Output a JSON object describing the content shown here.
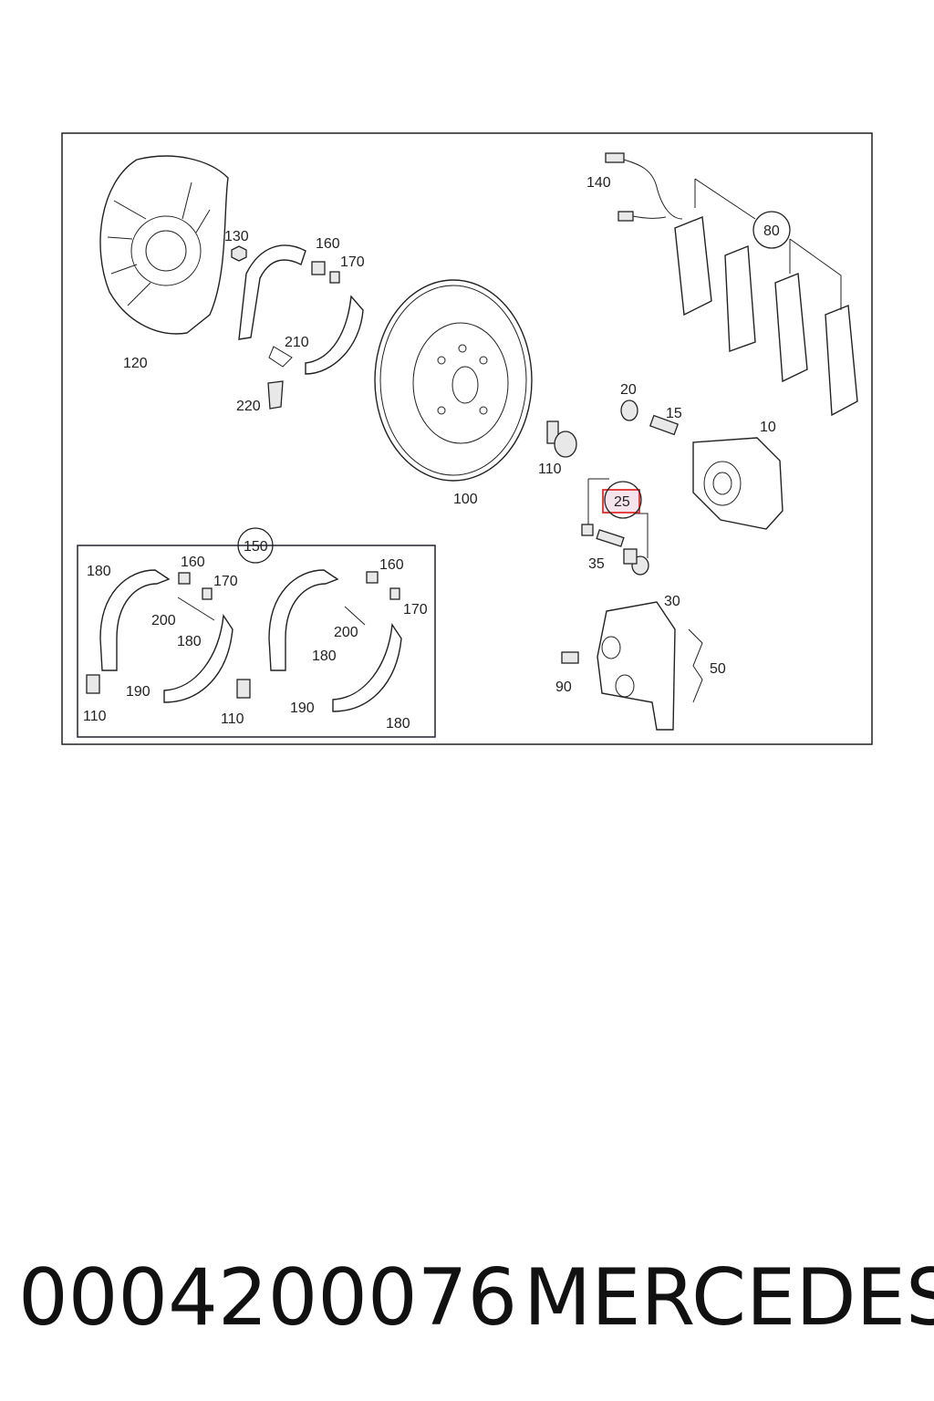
{
  "diagram": {
    "callouts": {
      "c120": "120",
      "c130": "130",
      "c160a": "160",
      "c170a": "170",
      "c210": "210",
      "c220": "220",
      "c100": "100",
      "c140": "140",
      "c80": "80",
      "c20": "20",
      "c15": "15",
      "c10": "10",
      "c110a": "110",
      "c25": "25",
      "c35": "35",
      "c30": "30",
      "c50": "50",
      "c90": "90",
      "c150": "150",
      "k180a": "180",
      "k160b": "160",
      "k170b": "170",
      "k200a": "200",
      "k180b": "180",
      "k190a": "190",
      "k110b": "110",
      "k110c": "110",
      "k160c": "160",
      "k170c": "170",
      "k200b": "200",
      "k180c": "180",
      "k190b": "190",
      "k180d": "180"
    },
    "highlight_color": "#e03030"
  },
  "footer": {
    "part_number": "0004200076",
    "brand": "MERCEDES"
  }
}
